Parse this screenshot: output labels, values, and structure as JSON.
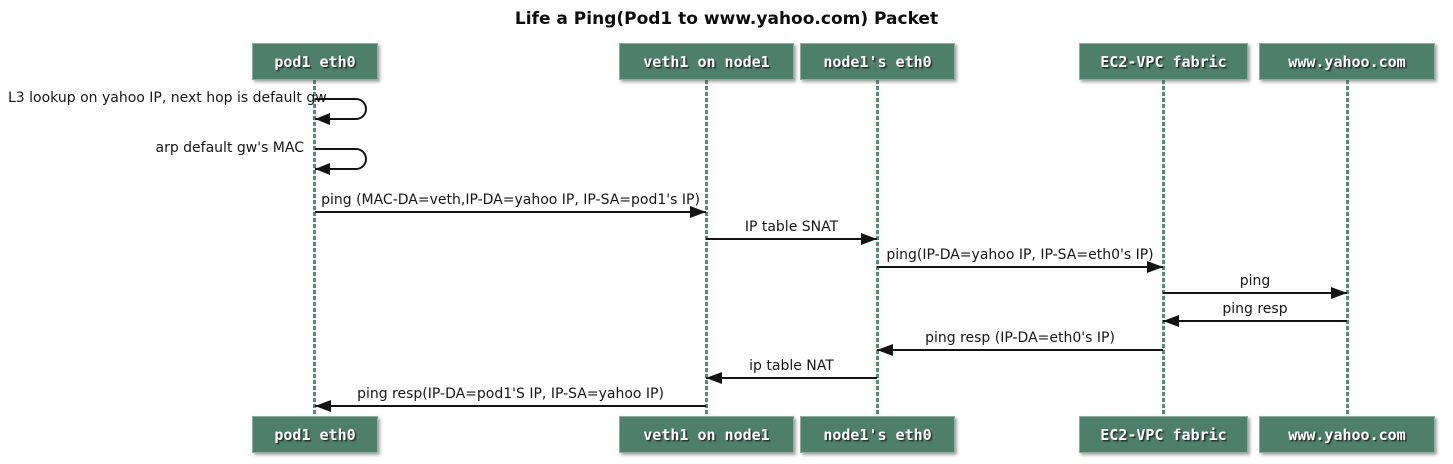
{
  "title": "Life a Ping(Pod1 to www.yahoo.com) Packet",
  "diagram_type": "sequence-diagram",
  "colors": {
    "participant_fill": "#4E7F6A",
    "participant_border": "#8FAC9E",
    "participant_text": "#FFFFFF",
    "lifeline": "#588A72",
    "arrow": "#131313",
    "message_text": "#161616",
    "background": "#FFFFFF"
  },
  "participants": [
    {
      "label": "pod1 eth0"
    },
    {
      "label": "veth1 on node1"
    },
    {
      "label": "node1's eth0"
    },
    {
      "label": "EC2-VPC fabric"
    },
    {
      "label": "www.yahoo.com"
    }
  ],
  "messages": [
    {
      "type": "self",
      "from": "pod1 eth0",
      "to": "pod1 eth0",
      "direction": "self",
      "label": "L3 lookup on yahoo IP, next hop is default gw"
    },
    {
      "type": "self",
      "from": "pod1 eth0",
      "to": "pod1 eth0",
      "direction": "self",
      "label": "arp default gw's MAC"
    },
    {
      "type": "arrow",
      "from": "pod1 eth0",
      "to": "veth1 on node1",
      "direction": "right",
      "label": "ping (MAC-DA=veth,IP-DA=yahoo IP, IP-SA=pod1's IP)"
    },
    {
      "type": "arrow",
      "from": "veth1 on node1",
      "to": "node1's eth0",
      "direction": "right",
      "label": "IP table SNAT"
    },
    {
      "type": "arrow",
      "from": "node1's eth0",
      "to": "EC2-VPC fabric",
      "direction": "right",
      "label": "ping(IP-DA=yahoo IP, IP-SA=eth0's IP)"
    },
    {
      "type": "arrow",
      "from": "EC2-VPC fabric",
      "to": "www.yahoo.com",
      "direction": "right",
      "label": "ping"
    },
    {
      "type": "arrow",
      "from": "www.yahoo.com",
      "to": "EC2-VPC fabric",
      "direction": "left",
      "label": "ping resp"
    },
    {
      "type": "arrow",
      "from": "EC2-VPC fabric",
      "to": "node1's eth0",
      "direction": "left",
      "label": "ping resp (IP-DA=eth0's IP)"
    },
    {
      "type": "arrow",
      "from": "node1's eth0",
      "to": "veth1 on node1",
      "direction": "left",
      "label": "ip table NAT"
    },
    {
      "type": "arrow",
      "from": "veth1 on node1",
      "to": "pod1 eth0",
      "direction": "left",
      "label": "ping resp(IP-DA=pod1'S IP, IP-SA=yahoo IP)"
    }
  ]
}
